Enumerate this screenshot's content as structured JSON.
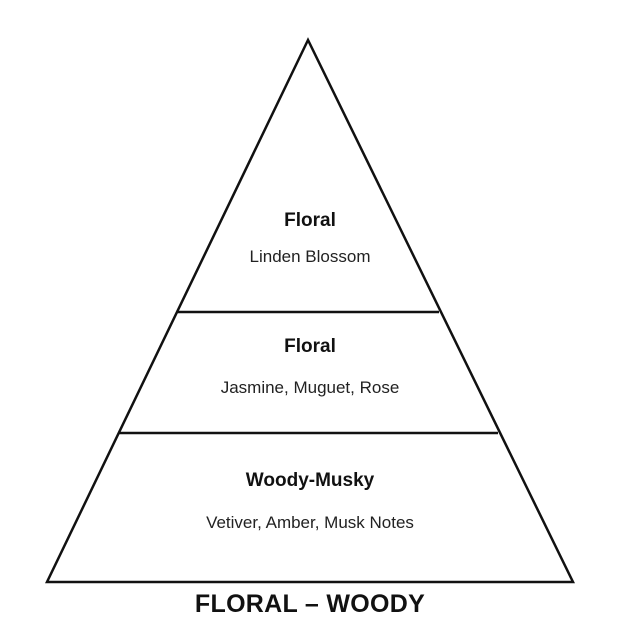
{
  "pyramid": {
    "tiers": [
      {
        "title": "Floral",
        "notes": "Linden Blossom"
      },
      {
        "title": "Floral",
        "notes": "Jasmine, Muguet, Rose"
      },
      {
        "title": "Woody-Musky",
        "notes": "Vetiver, Amber, Musk Notes"
      }
    ],
    "family_label": "FLORAL – WOODY",
    "colors": {
      "stroke": "#111111",
      "fill": "#ffffff"
    }
  }
}
